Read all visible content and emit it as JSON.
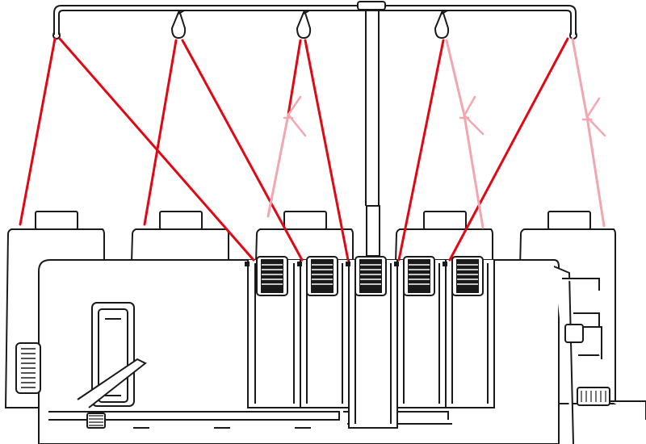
{
  "diagram": {
    "subject": "serger-overlock-threading",
    "spools": [
      {
        "id": "spool-1",
        "active": true
      },
      {
        "id": "spool-2",
        "active": true
      },
      {
        "id": "spool-3",
        "active": true
      },
      {
        "id": "spool-4",
        "active": true
      },
      {
        "id": "spool-5",
        "active": true
      }
    ],
    "tension_dials": [
      {
        "id": "dial-1"
      },
      {
        "id": "dial-2"
      },
      {
        "id": "dial-3"
      },
      {
        "id": "dial-4"
      },
      {
        "id": "dial-5"
      }
    ],
    "threads": [
      {
        "id": "thread-1",
        "style": "active"
      },
      {
        "id": "thread-2",
        "style": "active"
      },
      {
        "id": "thread-3",
        "style": "active"
      },
      {
        "id": "thread-4",
        "style": "active"
      },
      {
        "id": "thread-5",
        "style": "active"
      },
      {
        "id": "thread-6",
        "style": "active"
      },
      {
        "id": "thread-7",
        "style": "active"
      },
      {
        "id": "thread-8",
        "style": "active"
      },
      {
        "id": "thread-9",
        "style": "faded"
      },
      {
        "id": "thread-10",
        "style": "faded"
      },
      {
        "id": "thread-11",
        "style": "faded"
      }
    ],
    "colors": {
      "thread_active": "#e30613",
      "thread_faded": "#f2a7b0",
      "outline": "#1a1a1a",
      "background": "#ffffff"
    }
  }
}
